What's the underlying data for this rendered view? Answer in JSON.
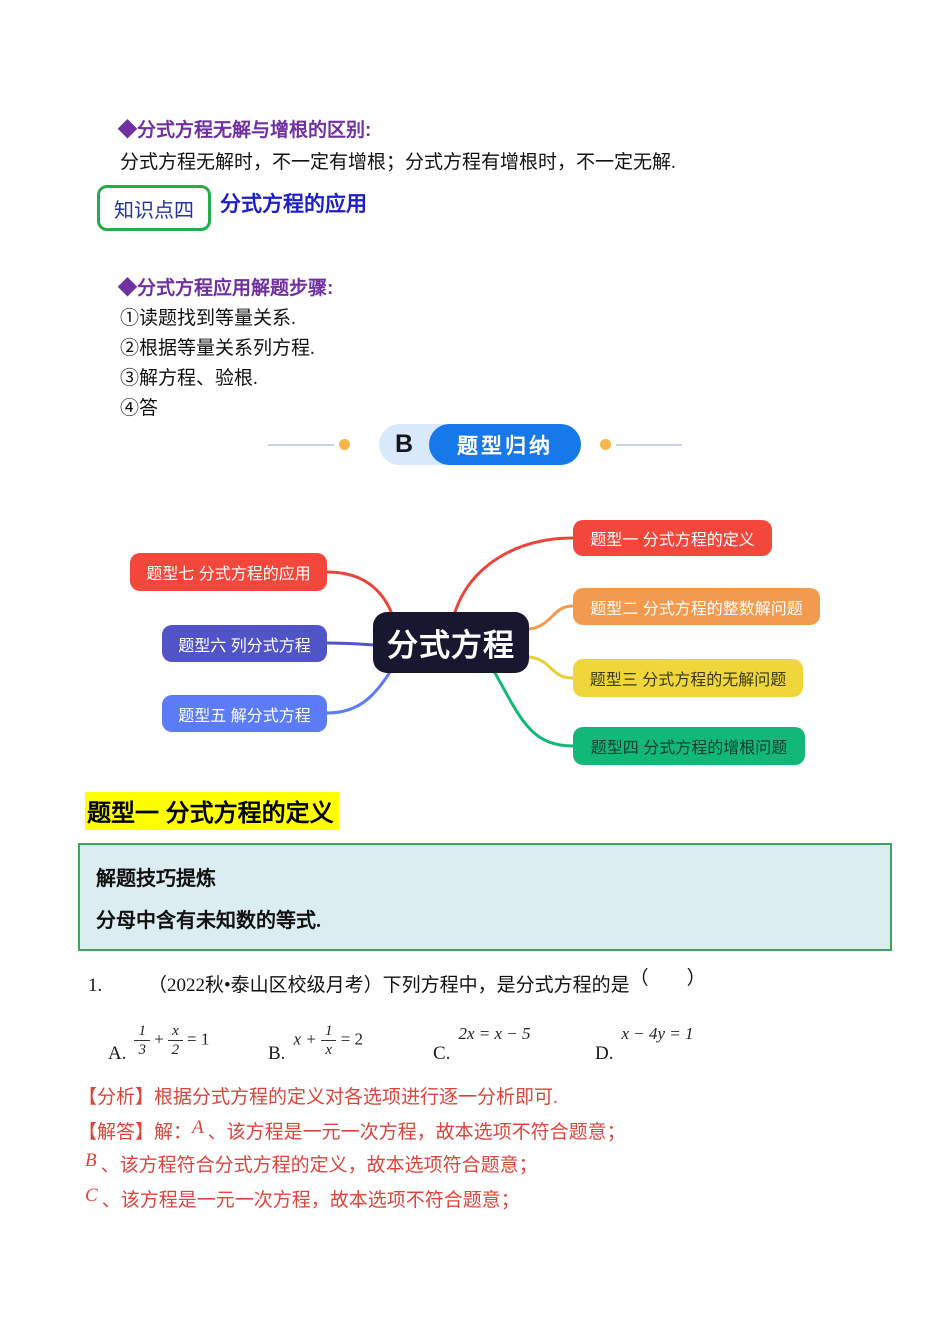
{
  "knowledge": {
    "diff_heading": "◆分式方程无解与增根的区别:",
    "diff_body": "分式方程无解时，不一定有增根；分式方程有增根时，不一定无解.",
    "badge_label": "知识点四",
    "badge_title": "分式方程的应用",
    "steps_heading": "◆分式方程应用解题步骤:",
    "steps": [
      "①读题找到等量关系.",
      "②根据等量关系列方程.",
      "③解方程、验根.",
      "④答"
    ]
  },
  "banner": {
    "letter": "B",
    "label": "题型归纳",
    "pill_blue": "#1778e9",
    "pill_light": "#d8e9fb",
    "dot_color": "#f9b64b"
  },
  "mindmap": {
    "center": {
      "label": "分式方程",
      "bg": "#17172f",
      "fg": "#ffffff"
    },
    "nodes": [
      {
        "label": "题型一 分式方程的定义",
        "bg": "#f3473c",
        "fg": "#ffffff"
      },
      {
        "label": "题型二 分式方程的整数解问题",
        "bg": "#f29a4e",
        "fg": "#ffffff"
      },
      {
        "label": "题型三 分式方程的无解问题",
        "bg": "#efd63b",
        "fg": "#3a3a15"
      },
      {
        "label": "题型四 分式方程的增根问题",
        "bg": "#12b877",
        "fg": "#123c2b"
      },
      {
        "label": "题型五 解分式方程",
        "bg": "#5b7bf7",
        "fg": "#ffffff"
      },
      {
        "label": "题型六 列分式方程",
        "bg": "#5154c7",
        "fg": "#ffffff"
      },
      {
        "label": "题型七 分式方程的应用",
        "bg": "#f3473c",
        "fg": "#ffffff"
      }
    ]
  },
  "section": {
    "heading": "题型一 分式方程的定义"
  },
  "tips": {
    "title": "解题技巧提炼",
    "body": "分母中含有未知数的等式."
  },
  "question": {
    "number": "1.",
    "stem": "（2022秋•泰山区校级月考）下列方程中，是分式方程的是",
    "paren": "（　　）",
    "options": {
      "a": {
        "label": "A.",
        "f1n": "1",
        "f1d": "3",
        "op": "+",
        "f2n": "x",
        "f2d": "2",
        "eq": "= 1"
      },
      "b": {
        "label": "B.",
        "pre": "x +",
        "fn": "1",
        "fd": "x",
        "eq": "= 2"
      },
      "c": {
        "label": "C.",
        "formula": "2x = x − 5"
      },
      "d": {
        "label": "D.",
        "formula": "x − 4y = 1"
      }
    }
  },
  "analysis": {
    "text": "【分析】根据分式方程的定义对各选项进行逐一分析即可."
  },
  "answer": {
    "label": "【解答】解：",
    "a_letter": "A",
    "a_text": "、该方程是一元一次方程，故本选项不符合题意；",
    "b_letter": "B",
    "b_text": "、该方程符合分式方程的定义，故本选项符合题意；",
    "c_letter": "C",
    "c_text": "、该方程是一元一次方程，故本选项不符合题意；"
  },
  "colors": {
    "purple_heading": "#7030a0",
    "blue_title": "#1c1fc9",
    "badge_border": "#22ac4c",
    "highlight_yellow": "#ffff00",
    "tips_bg": "#dbedf0",
    "tips_border": "#3fa45b",
    "answer_red": "#dd453c"
  }
}
